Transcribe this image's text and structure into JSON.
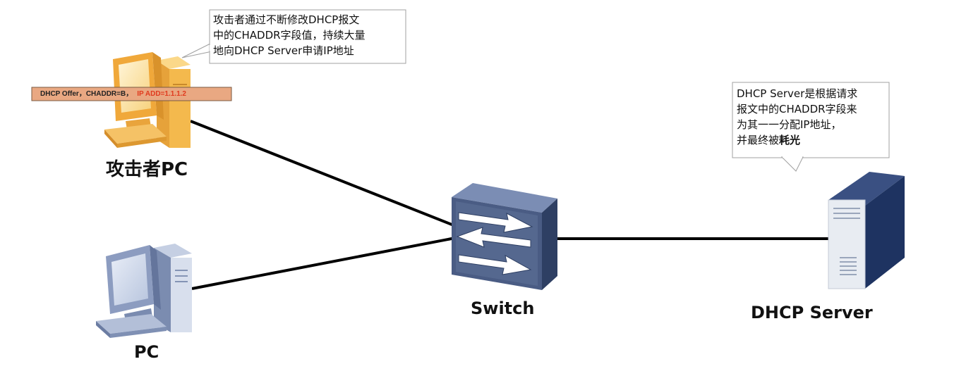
{
  "nodes": {
    "attacker_pc": {
      "label": "攻击者PC"
    },
    "pc": {
      "label": "PC"
    },
    "switch": {
      "label": "Switch"
    },
    "dhcp_server": {
      "label": "DHCP Server"
    }
  },
  "attacker_callout": {
    "line1": "攻击者通过不断修改DHCP报文",
    "line2": "中的CHADDR字段值，持续大量",
    "line3": "地向DHCP Server申请IP地址"
  },
  "server_callout": {
    "line1": "DHCP Server是根据请求",
    "line2": "报文中的CHADDR字段来",
    "line3": "为其一一分配IP地址，",
    "line4_normal": "并最终被",
    "line4_bold": "耗光"
  },
  "offer_banner": {
    "text": "DHCP Offer，CHADDR=B，",
    "ip": "IP ADD=1.1.1.2"
  },
  "colors": {
    "attacker_pc": "#f2b03a",
    "pc": "#8fa1c4",
    "switch": "#4c5f86",
    "server": "#2e4470",
    "banner_fill": "#e9a882",
    "banner_ip": "#e03a1e",
    "link": "#000000"
  },
  "icons": [
    "attacker-computer-icon",
    "pc-computer-icon",
    "switch-icon",
    "server-icon"
  ]
}
